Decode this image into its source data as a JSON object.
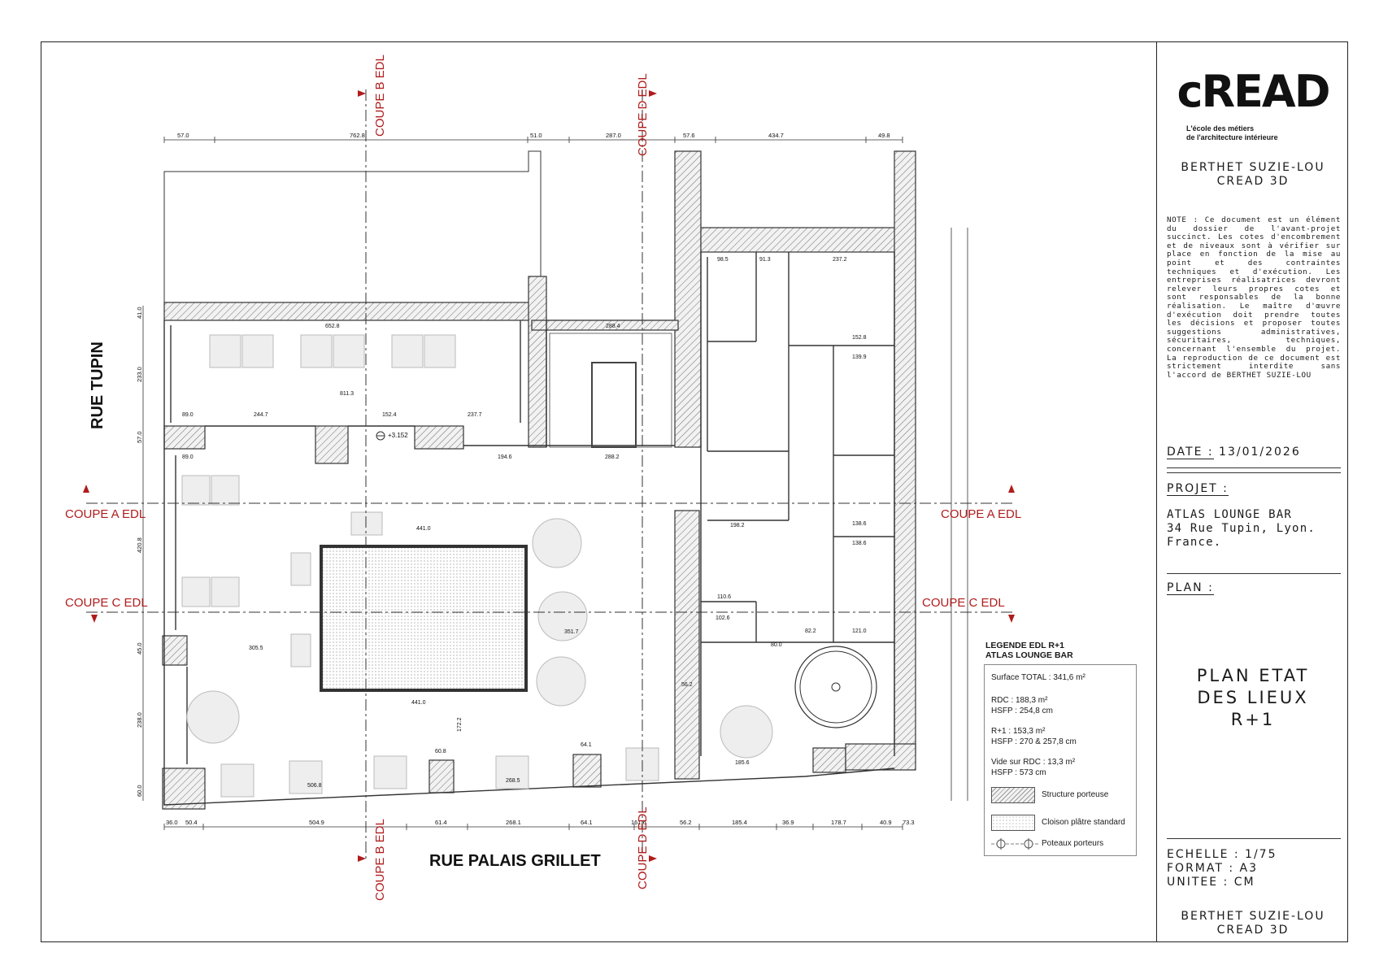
{
  "streets": {
    "left": "RUE TUPIN",
    "bottom": "RUE PALAIS GRILLET"
  },
  "sections": {
    "a": "COUPE A EDL",
    "b": "COUPE B EDL",
    "c": "COUPE C EDL",
    "d": "COUPE D EDL"
  },
  "dimensions_top": [
    "57.0",
    "762.8",
    "51.0",
    "287.0",
    "57.6",
    "434.7",
    "49.8"
  ],
  "dimensions_bottom": [
    "36.0",
    "50.4",
    "504.9",
    "61.4",
    "268.1",
    "64.1",
    "161.6",
    "56.2",
    "185.4",
    "36.9",
    "178.7",
    "40.9",
    "73.3"
  ],
  "dimensions_left": [
    "41.0",
    "233.0",
    "57.0",
    "420.8",
    "45.0",
    "238.0",
    "60.0"
  ],
  "dimensions_inner": [
    "652.8",
    "811.3",
    "244.7",
    "237.7",
    "152.4",
    "441.0",
    "441.0",
    "305.5",
    "351.7",
    "194.6",
    "288.2",
    "98.5",
    "91.3",
    "237.2",
    "152.8",
    "139.9",
    "198.2",
    "138.6",
    "138.6",
    "110.6",
    "102.6",
    "121.0",
    "82.2",
    "80.0",
    "185.6",
    "56.2",
    "60.8",
    "64.1",
    "268.5",
    "506.8",
    "89.0",
    "89.0",
    "172.2",
    "288.4"
  ],
  "level_mark": "+3.152",
  "title_block": {
    "logo": "cREAD",
    "tagline_1": "L'école des métiers",
    "tagline_2": "de l'architecture intérieure",
    "author_1": "BERTHET SUZIE-LOU",
    "author_2": "CREAD 3D",
    "note": "NOTE : Ce document est un élément du dossier de l'avant-projet succinct. Les cotes d'encombrement et de niveaux sont à vérifier sur place en fonction de la mise au point et des contraintes techniques et d'exécution. Les entreprises réalisatrices devront relever leurs propres cotes et sont responsables de la bonne réalisation. Le maître d'œuvre d'exécution doit prendre toutes les décisions et proposer toutes suggestions administratives, sécuritaires, techniques, concernant l'ensemble du projet. La reproduction de ce document est strictement interdite sans l'accord de BERTHET SUZIE-LOU",
    "date_label": "DATE :",
    "date_value": "13/01/2026",
    "project_label": "PROJET :",
    "project_1": "ATLAS LOUNGE BAR",
    "project_2": "34 Rue Tupin, Lyon.",
    "project_3": "France.",
    "plan_label": "PLAN :",
    "plan_1": "PLAN ETAT",
    "plan_2": "DES LIEUX",
    "plan_3": "R+1",
    "scale": "ECHELLE : 1/75",
    "format": "FORMAT : A3",
    "unit": "UNITEE : CM",
    "footer_1": "BERTHET SUZIE-LOU",
    "footer_2": "CREAD 3D"
  },
  "legend": {
    "title_1": "LEGENDE EDL R+1",
    "title_2": "ATLAS LOUNGE BAR",
    "surface_total": "Surface TOTAL : 341,6 m²",
    "rdc": "RDC : 188,3 m²",
    "rdc_hsfp": "HSFP : 254,8 cm",
    "r1": "R+1 : 153,3 m²",
    "r1_hsfp": "HSFP : 270 & 257,8 cm",
    "vide": "Vide sur RDC : 13,3 m²",
    "vide_hsfp": "HSFP : 573 cm",
    "structure": "Structure porteuse",
    "cloison": "Cloison plâtre standard",
    "poteaux": "Poteaux porteurs"
  },
  "colors": {
    "section_red": "#b01c1c",
    "wall": "#555555",
    "line": "#222222"
  }
}
